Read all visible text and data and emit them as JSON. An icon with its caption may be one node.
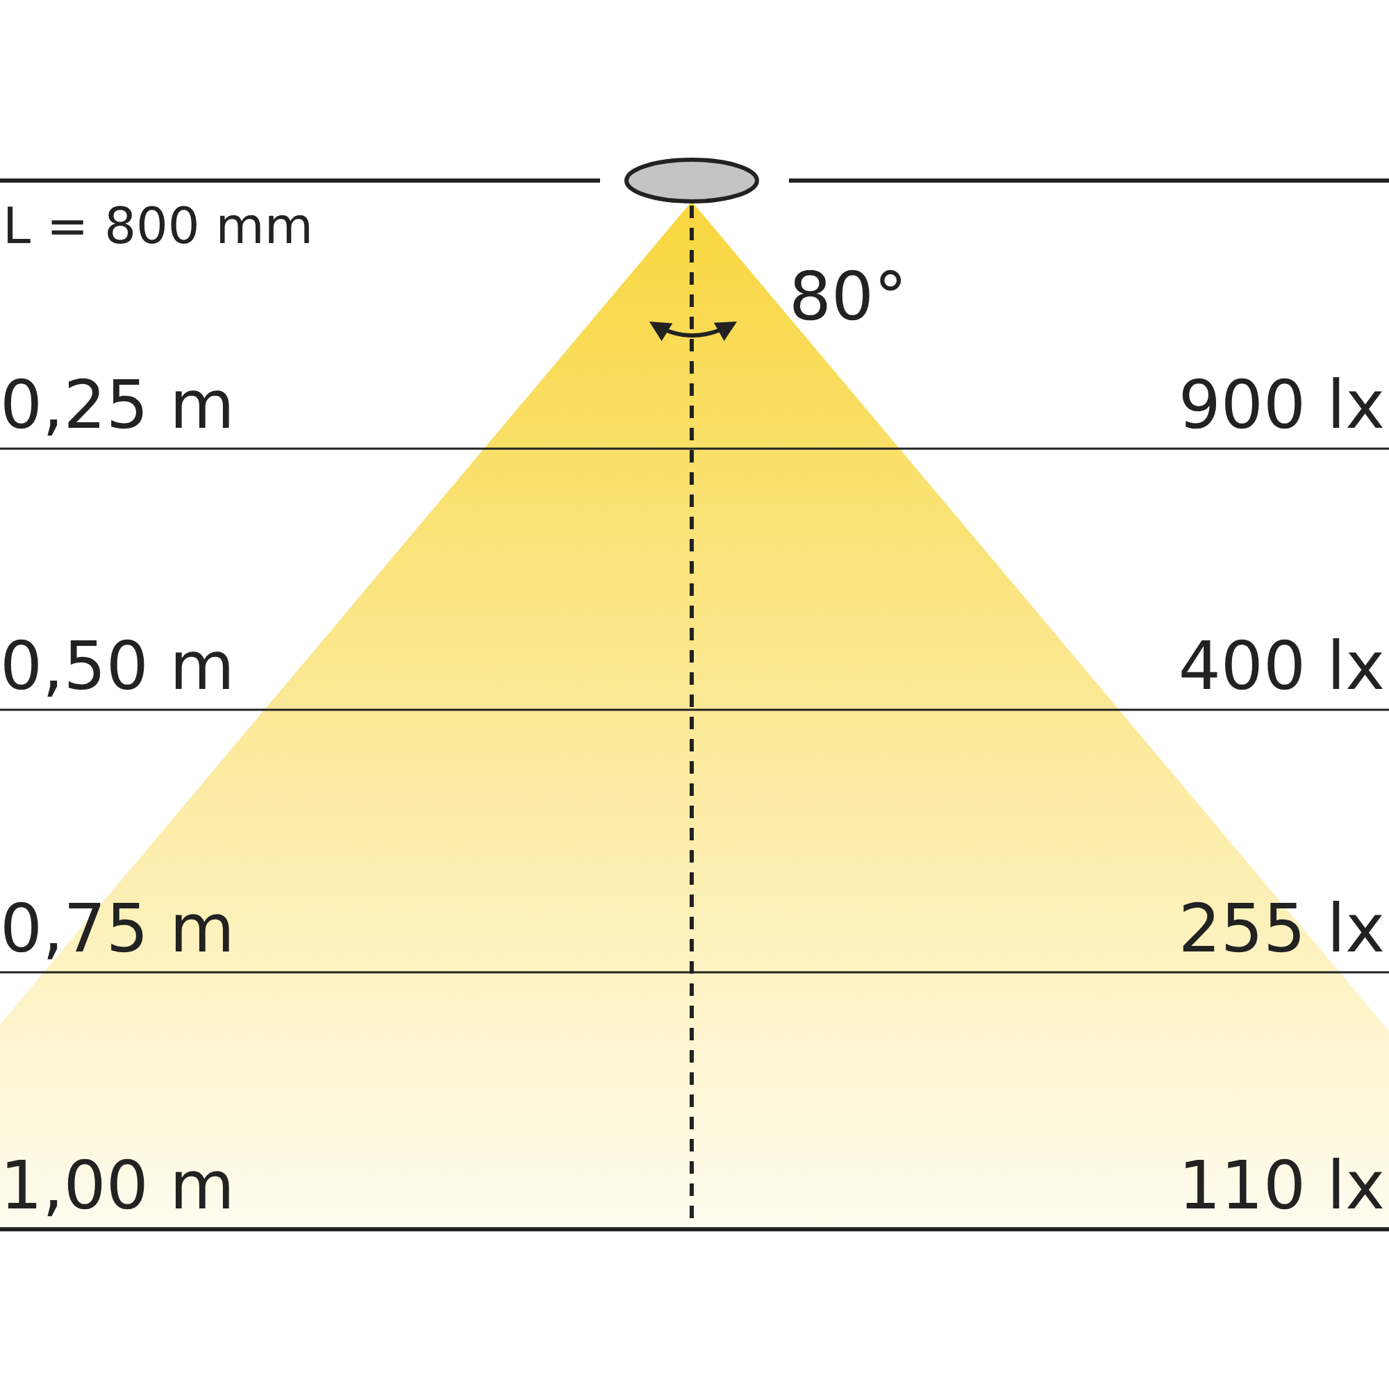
{
  "diagram": {
    "labels": [
      "L = 800 mm",
      "80°",
      "0,25 m",
      "900 lx",
      "0,50 m",
      "400 lx",
      "0,75 m",
      "255 lx",
      "1,00 m",
      "110 lx"
    ]
  }
}
